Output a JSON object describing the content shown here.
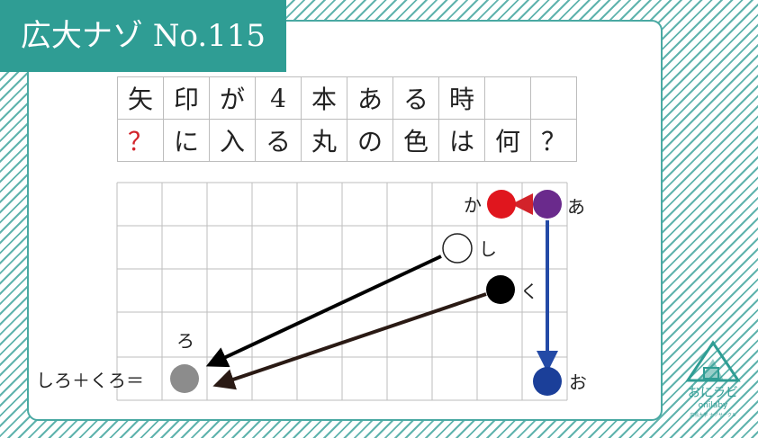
{
  "title": "広大ナゾ No.115",
  "question": {
    "row1": [
      "矢",
      "印",
      "が",
      "4",
      "本",
      "あ",
      "る",
      "時",
      "",
      ""
    ],
    "row2": [
      "？",
      "に",
      "入",
      "る",
      "丸",
      "の",
      "色",
      "は",
      "何",
      "？"
    ]
  },
  "board": {
    "labels": {
      "ka": "か",
      "a": "あ",
      "shi": "し",
      "ku": "く",
      "o": "お",
      "ro": "ろ",
      "equation": "しろ＋くろ＝"
    },
    "colors": {
      "ka": "#e0161e",
      "a": "#6a2a8c",
      "shi": "#ffffff",
      "ku": "#000000",
      "o": "#1b3f99",
      "ro": "#8c8c8c",
      "arrow_red": "#d2232a",
      "arrow_blue": "#244aa6",
      "arrow_black": "#000000",
      "arrow_brown": "#2a1a14",
      "grid": "#bdbdbd"
    }
  },
  "logo": {
    "name": "おにラビ",
    "sub": "onilaby",
    "caption": "広島大学 ナゾサークル"
  }
}
